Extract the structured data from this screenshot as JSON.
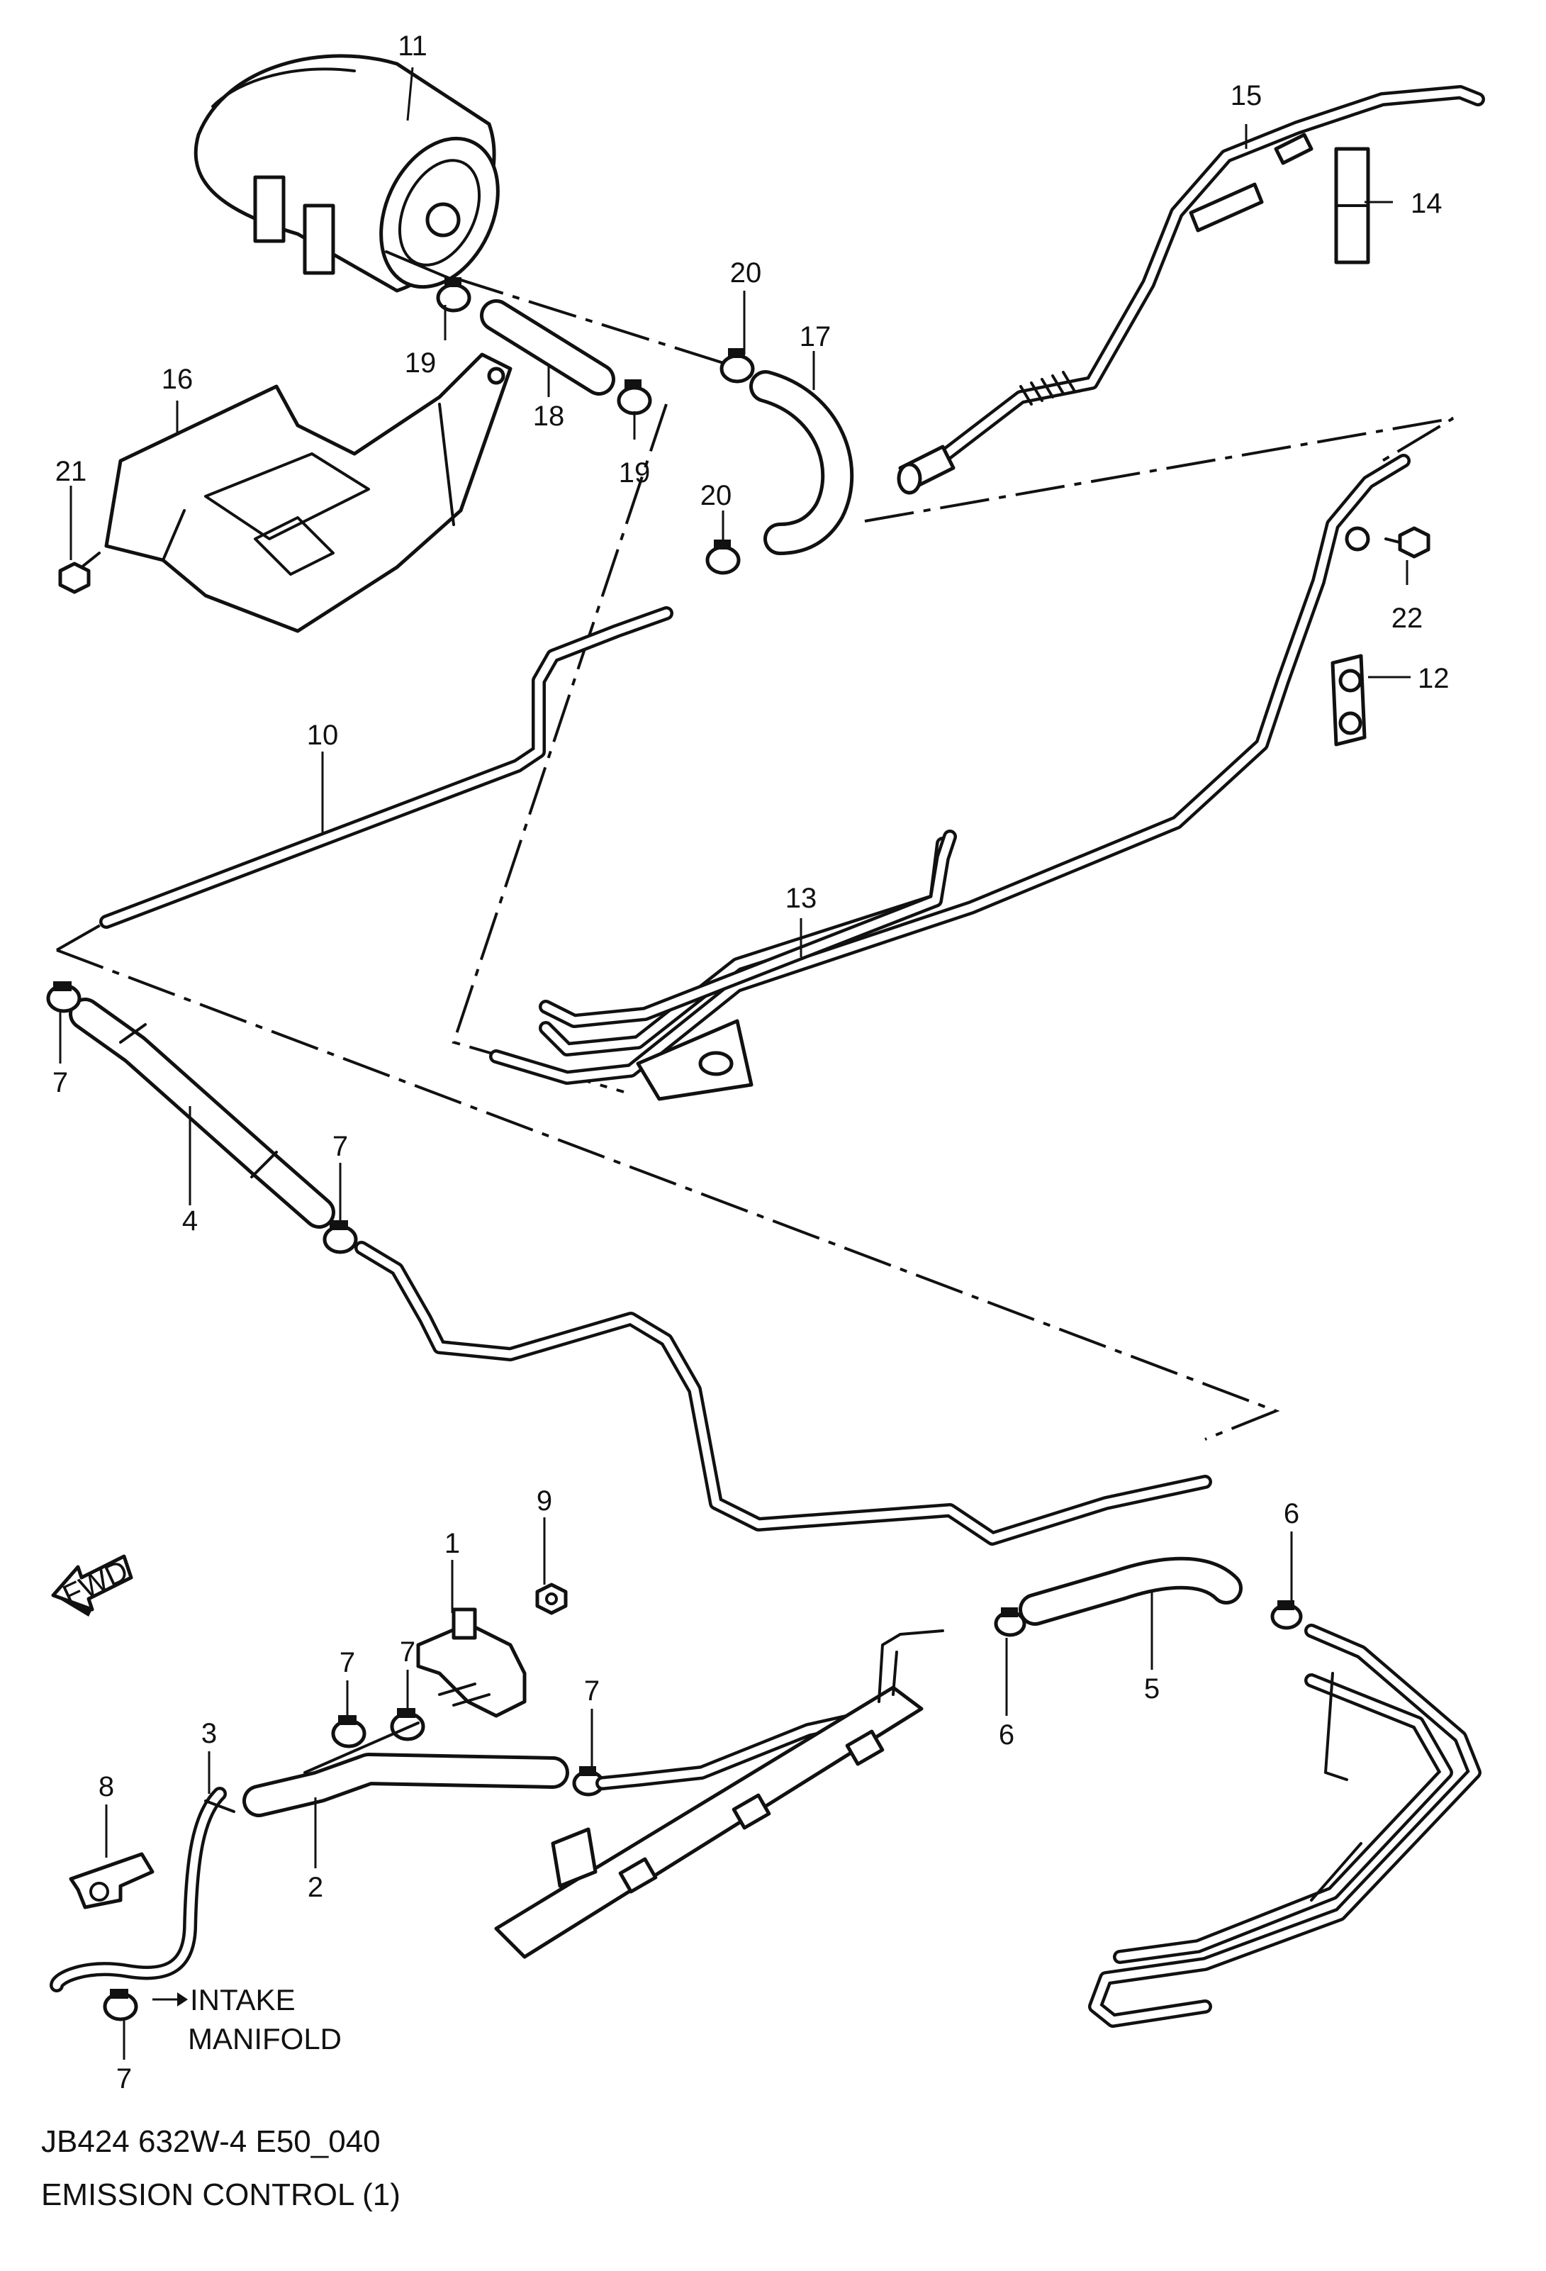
{
  "callouts": {
    "c1": "1",
    "c2": "2",
    "c3": "3",
    "c4": "4",
    "c5": "5",
    "c6a": "6",
    "c6b": "6",
    "c7a": "7",
    "c7b": "7",
    "c7c": "7",
    "c7d": "7",
    "c7e": "7",
    "c7f": "7",
    "c8": "8",
    "c9": "9",
    "c10": "10",
    "c11": "11",
    "c12": "12",
    "c13": "13",
    "c14": "14",
    "c15": "15",
    "c16": "16",
    "c17": "17",
    "c18": "18",
    "c19a": "19",
    "c19b": "19",
    "c20a": "20",
    "c20b": "20",
    "c21": "21",
    "c22": "22"
  },
  "notes": {
    "intake_line1": "INTAKE",
    "intake_line2": "MANIFOLD",
    "fwd": "FWD"
  },
  "footer": {
    "code": "JB424 632W-4 E50_040",
    "title": "EMISSION CONTROL (1)"
  }
}
